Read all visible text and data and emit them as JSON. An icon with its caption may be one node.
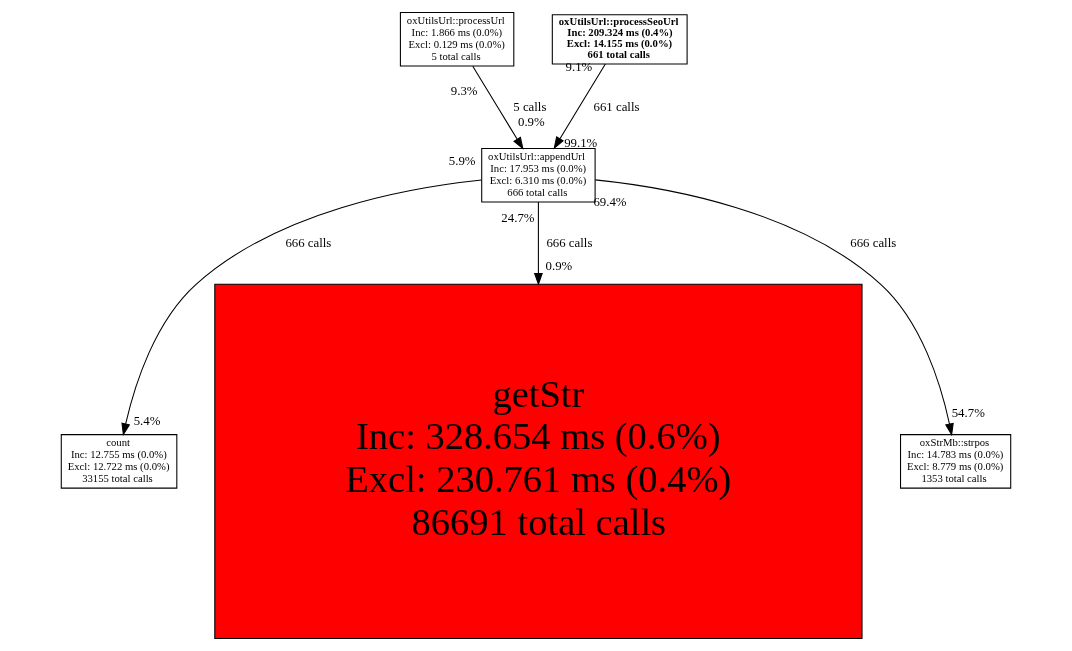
{
  "diagram": {
    "nodes": [
      {
        "text": [
          "oxUtilsUrl::processUrl",
          "Inc: 1.866 ms (0.0%)",
          "Excl: 0.129 ms (0.0%)",
          "5 total calls"
        ]
      },
      {
        "text": [
          "oxUtilsUrl::processSeoUrl",
          "Inc: 209.324 ms (0.4%)",
          "Excl: 14.155 ms (0.0%)",
          "661 total calls"
        ]
      },
      {
        "text": [
          "oxUtilsUrl::appendUrl",
          "Inc: 17.953 ms (0.0%)",
          "Excl: 6.310 ms (0.0%)",
          "666 total calls"
        ]
      },
      {
        "text": [
          "count",
          "Inc: 12.755 ms (0.0%)",
          "Excl: 12.722 ms (0.0%)",
          "33155 total calls"
        ]
      },
      {
        "text": [
          "getStr",
          "Inc: 328.654 ms (0.6%)",
          "Excl: 230.761 ms (0.4%)",
          "86691 total calls"
        ]
      },
      {
        "text": [
          "oxStrMb::strpos",
          "Inc: 14.783 ms (0.0%)",
          "Excl: 8.779 ms (0.0%)",
          "1353 total calls"
        ]
      }
    ],
    "edges": [
      {
        "from": 0,
        "to": 2,
        "arrow": "to",
        "label": "5 calls"
      },
      {
        "from": 1,
        "to": 2,
        "arrow": "to",
        "label": "661 calls"
      },
      {
        "from": 2,
        "to": 3,
        "arrow": "to",
        "label": "666 calls"
      },
      {
        "from": 2,
        "to": 4,
        "arrow": "to",
        "label": "666 calls"
      },
      {
        "from": 2,
        "to": 5,
        "arrow": "to",
        "label": "666 calls"
      }
    ],
    "labels": [
      "9.3%",
      "9.1%",
      "0.9%",
      "99.1%",
      "5.9%",
      "69.4%",
      "24.7%",
      "0.9%",
      "5.4%",
      "54.7%"
    ]
  }
}
